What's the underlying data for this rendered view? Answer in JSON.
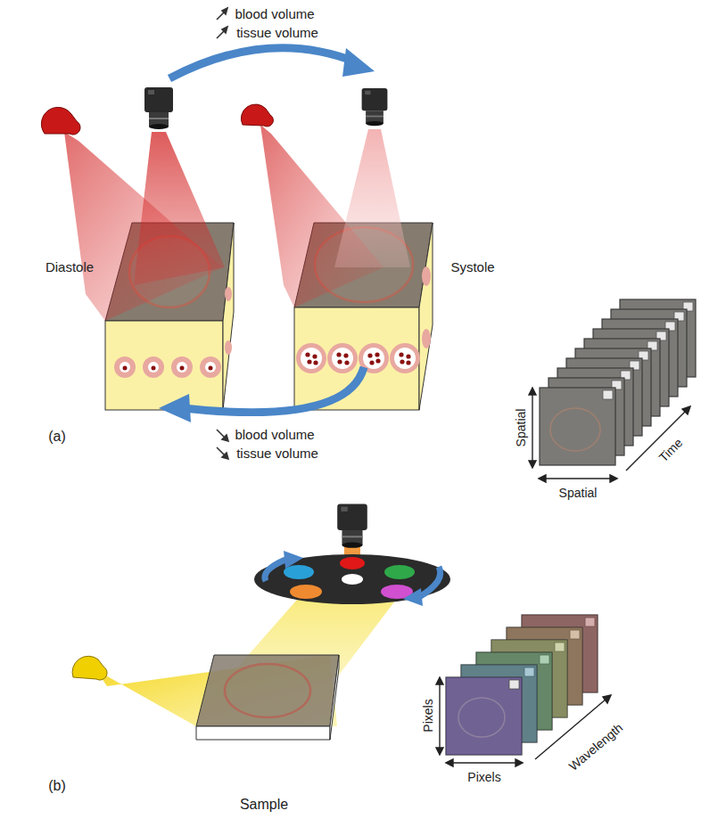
{
  "diagram": {
    "labels": [
      "blood volume",
      "tissue volume",
      "Diastole",
      "Systole",
      "blood volume",
      "tissue volume",
      "(a)",
      "Spatial",
      "Spatial",
      "Time",
      "(b)",
      "Pixels",
      "Pixels",
      "Wavelength",
      "Sample"
    ]
  }
}
